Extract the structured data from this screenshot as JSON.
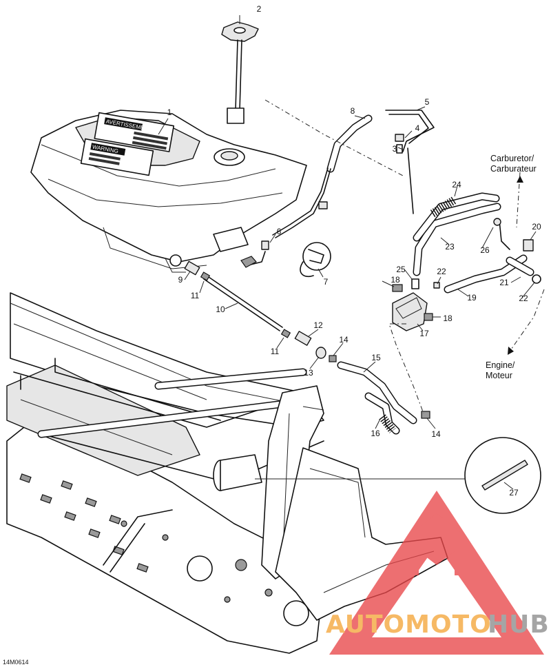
{
  "callouts": [
    {
      "id": "c2",
      "text": "2"
    },
    {
      "id": "c1",
      "text": "1"
    },
    {
      "id": "c8",
      "text": "8"
    },
    {
      "id": "c5",
      "text": "5"
    },
    {
      "id": "c4",
      "text": "4"
    },
    {
      "id": "c3",
      "text": "3"
    },
    {
      "id": "c24",
      "text": "24"
    },
    {
      "id": "c20",
      "text": "20"
    },
    {
      "id": "c6",
      "text": "6"
    },
    {
      "id": "c23",
      "text": "23"
    },
    {
      "id": "c26",
      "text": "26"
    },
    {
      "id": "c25",
      "text": "25"
    },
    {
      "id": "c22a",
      "text": "22"
    },
    {
      "id": "c21",
      "text": "21"
    },
    {
      "id": "c22b",
      "text": "22"
    },
    {
      "id": "c7",
      "text": "7"
    },
    {
      "id": "c18a",
      "text": "18"
    },
    {
      "id": "c19",
      "text": "19"
    },
    {
      "id": "c18b",
      "text": "18"
    },
    {
      "id": "c9",
      "text": "9"
    },
    {
      "id": "c11a",
      "text": "11"
    },
    {
      "id": "c17",
      "text": "17"
    },
    {
      "id": "c10",
      "text": "10"
    },
    {
      "id": "c12",
      "text": "12"
    },
    {
      "id": "c11b",
      "text": "11"
    },
    {
      "id": "c14a",
      "text": "14"
    },
    {
      "id": "c15",
      "text": "15"
    },
    {
      "id": "c13",
      "text": "13"
    },
    {
      "id": "c16",
      "text": "16"
    },
    {
      "id": "c14b",
      "text": "14"
    },
    {
      "id": "c27",
      "text": "27"
    }
  ],
  "destinations": {
    "carburetor_en": "Carburetor/",
    "carburetor_fr": "Carburateur",
    "engine_en": "Engine/",
    "engine_fr": "Moteur"
  },
  "tank_labels": {
    "avertissement": "AVERTISSEMENT",
    "warning": "WARNING"
  },
  "figure_code": "14M0614",
  "watermark": {
    "part1": "AUTOMOTO",
    "part2": "HUB",
    "color_triangle": "#e8474a",
    "color_part1": "#f4a63a",
    "color_part2": "#8c8c8c"
  }
}
